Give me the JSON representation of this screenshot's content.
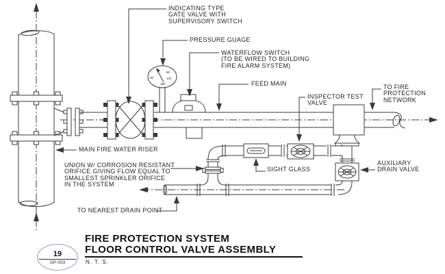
{
  "diagram": {
    "labels": {
      "gate_valve": "INDICATING TYPE\nGATE VALVE WITH\nSUPERVISORY SWITCH",
      "pressure_gauge": "PRESSURE GUAGE",
      "waterflow_switch": "WATERFLOW SWITCH\n(TO BE WIRED TO BUILDING\nFIRE ALARM SYSTEM)",
      "feed_main": "FEED MAIN",
      "inspector_test_valve": "INSPECTOR TEST\nVALVE",
      "to_fire_network": "TO FIRE\nPROTECTION\nNETWORK",
      "main_riser": "MAIN FIRE WATER RISER",
      "union_orifice": "UNION W/ CORROSION RESISTANT\nORIFICE GIVING FLOW EQUAL TO\nSMALLEST SPRINKLER ORIFICE\nIN THE SYSTEM",
      "sight_glass": "SIGHT GLASS",
      "aux_drain_valve": "AUXILIARY\nDRAIN VALVE",
      "drain_point": "TO NEAREST DRAIN POINT"
    },
    "gauge": {
      "n30": "30",
      "n60": "60",
      "n120": "120",
      "n150": "150"
    },
    "title_block": {
      "title_line1": "FIRE PROTECTION SYSTEM",
      "title_line2": "FLOOR CONTROL VALVE ASSEMBLY",
      "scale": "N. T. S.",
      "detail_number": "19",
      "drawing_code": "GP-003"
    },
    "colors": {
      "line": "#3a3a3a",
      "badge_stroke": "#978fd2"
    }
  }
}
